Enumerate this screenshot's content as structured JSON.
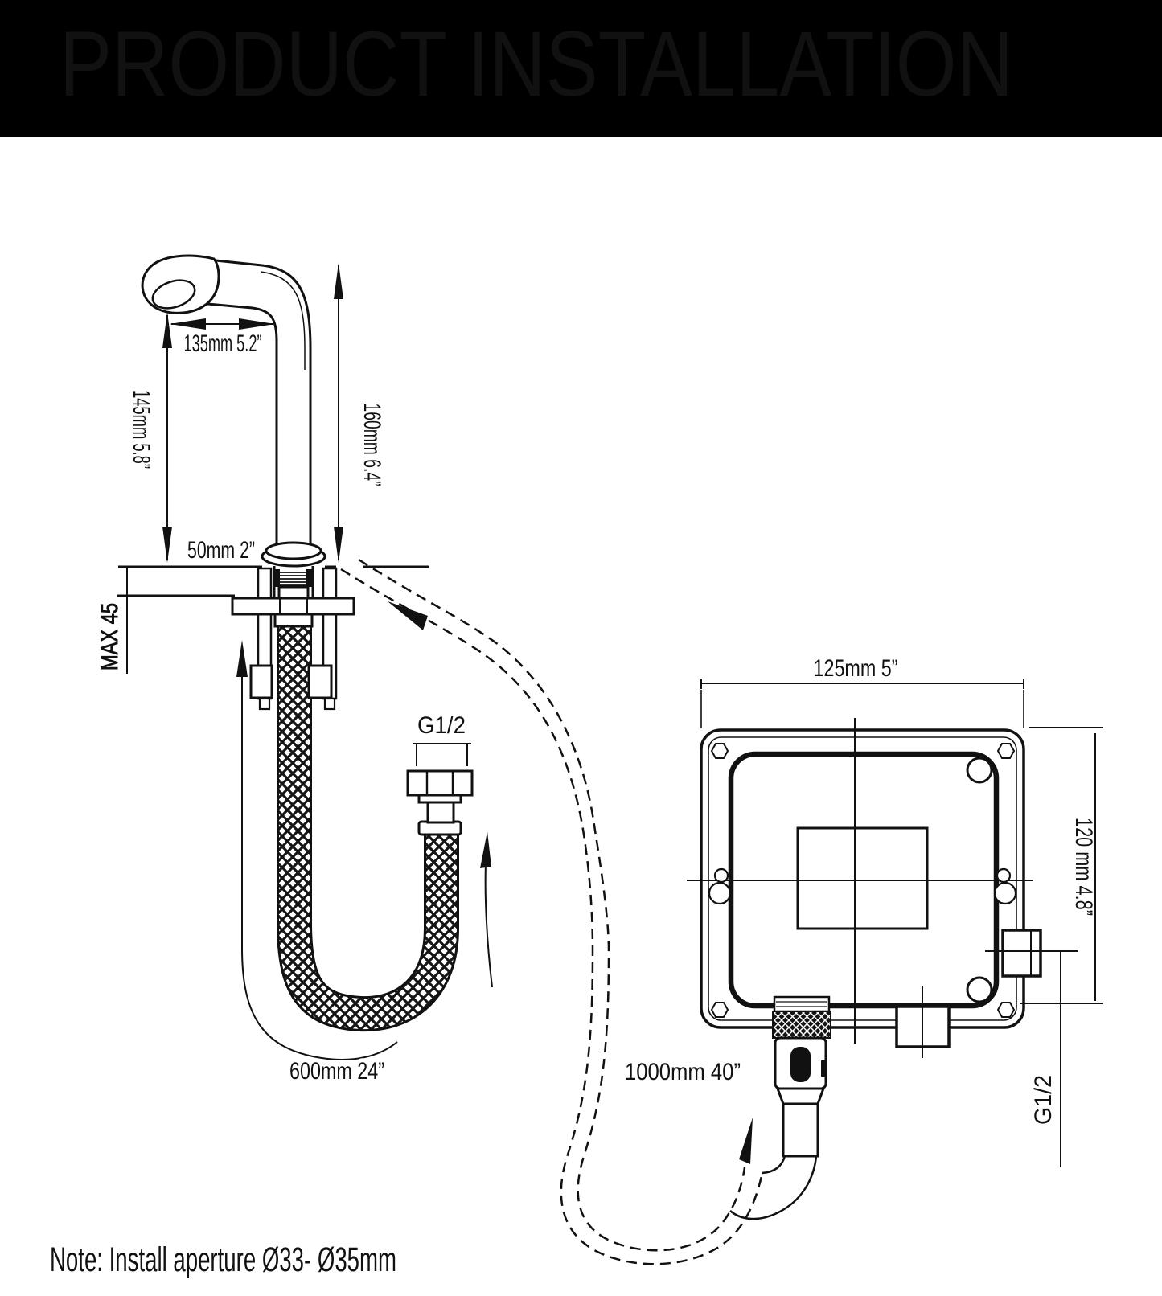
{
  "header": {
    "title": "PRODUCT INSTALLATION"
  },
  "faucet": {
    "dim_spout_reach": "135mm 5.2”",
    "dim_body_height": "145mm 5.8”",
    "dim_total_height": "160mm 6.4”",
    "dim_base": "50mm 2”",
    "dim_counter_max": "MAX 45"
  },
  "hose": {
    "thread_label": "G1/2",
    "length_label": "600mm 24”"
  },
  "cable": {
    "length_label": "1000mm 40”"
  },
  "control_box": {
    "dim_width": "125mm 5”",
    "dim_height": "120 mm 4.8”",
    "outlet_thread_label": "G1/2"
  },
  "note": {
    "text": "Note: Install aperture Ø33- Ø35mm"
  }
}
